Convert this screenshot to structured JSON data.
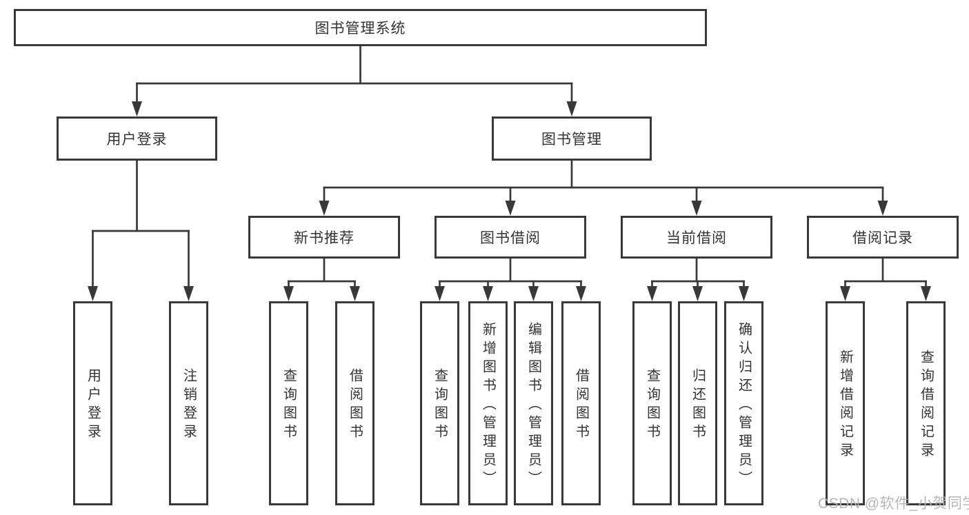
{
  "diagram": {
    "root": {
      "label": "图书管理系统"
    },
    "level2": [
      {
        "label": "用户登录"
      },
      {
        "label": "图书管理"
      }
    ],
    "level3": [
      {
        "label": "新书推荐"
      },
      {
        "label": "图书借阅"
      },
      {
        "label": "当前借阅"
      },
      {
        "label": "借阅记录"
      }
    ],
    "leaves": [
      {
        "label": "用户登录"
      },
      {
        "label": "注销登录"
      },
      {
        "label": "查询图书"
      },
      {
        "label": "借阅图书"
      },
      {
        "label": "查询图书"
      },
      {
        "label": "新增图书（管理员）"
      },
      {
        "label": "编辑图书（管理员）"
      },
      {
        "label": "借阅图书"
      },
      {
        "label": "查询图书"
      },
      {
        "label": "归还图书"
      },
      {
        "label": "确认归还（管理员）"
      },
      {
        "label": "新增借阅记录"
      },
      {
        "label": "查询借阅记录"
      }
    ],
    "watermark": "CSDN @软件_小贺同学",
    "colors": {
      "line": "#383838",
      "text": "#333333",
      "watermark": "#b2b2b2",
      "background": "#ffffff"
    }
  }
}
